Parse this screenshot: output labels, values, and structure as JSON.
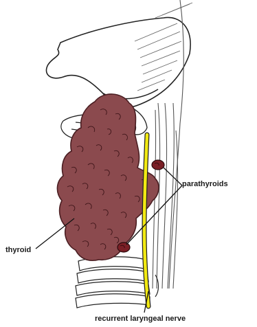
{
  "labels": {
    "thyroid": "thyroid",
    "parathyroids": "parathyroids",
    "nerve": "recurrent laryngeal nerve"
  },
  "colors": {
    "thyroid_fill": "#8b4a4e",
    "thyroid_stroke": "#4a1e22",
    "parathyroid_fill": "#7a1f26",
    "nerve_yellow": "#f2ea12",
    "ink": "#222222",
    "muscle_line": "#555555",
    "background": "#ffffff"
  }
}
